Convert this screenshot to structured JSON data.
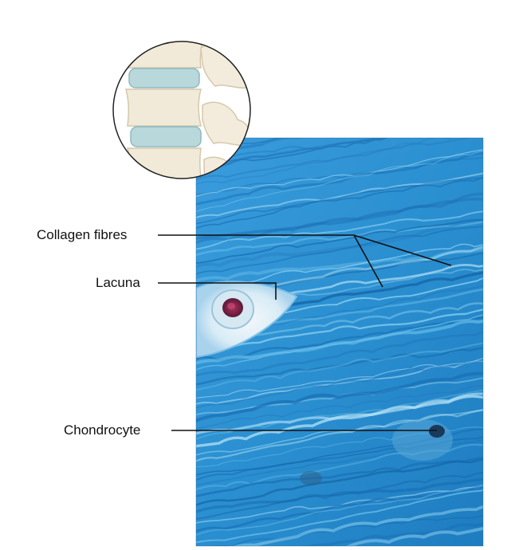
{
  "labels": {
    "collagen_fibres": "Collagen fibres",
    "lacuna": "Lacuna",
    "chondrocyte": "Chondrocyte"
  },
  "colors": {
    "tissue_base": "#2a8fd0",
    "tissue_light": "#8fd3f2",
    "tissue_dark": "#1565a8",
    "lacuna_fill": "#e8f4fa",
    "nucleus": "#8a2a4a",
    "bone": "#f1ead8",
    "disc": "#b8d8dc",
    "leader_line": "#111111"
  },
  "icons": {
    "inset": "vertebral-column-icon"
  }
}
